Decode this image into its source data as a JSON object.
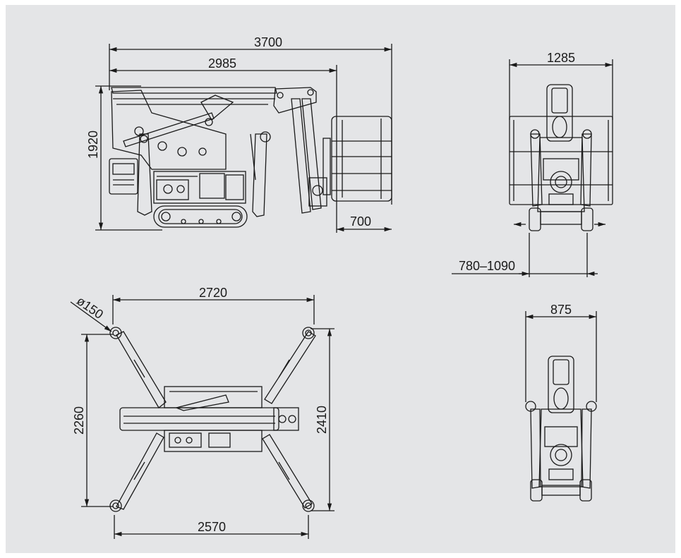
{
  "colors": {
    "background": "#e4e5e7",
    "line": "#1a1a1a"
  },
  "side_view": {
    "dimensions": {
      "overall_length": "3700",
      "boom_length": "2985",
      "height": "1920",
      "basket_depth": "700"
    }
  },
  "front_view_basket": {
    "dimensions": {
      "basket_width": "1285",
      "track_width": "780–1090"
    }
  },
  "top_view": {
    "dimensions": {
      "pad_diameter": "ø150",
      "outrigger_length_top": "2720",
      "outrigger_length_bottom": "2570",
      "footprint_left": "2260",
      "footprint_right": "2410"
    }
  },
  "front_view_compact": {
    "dimensions": {
      "width": "875"
    }
  }
}
